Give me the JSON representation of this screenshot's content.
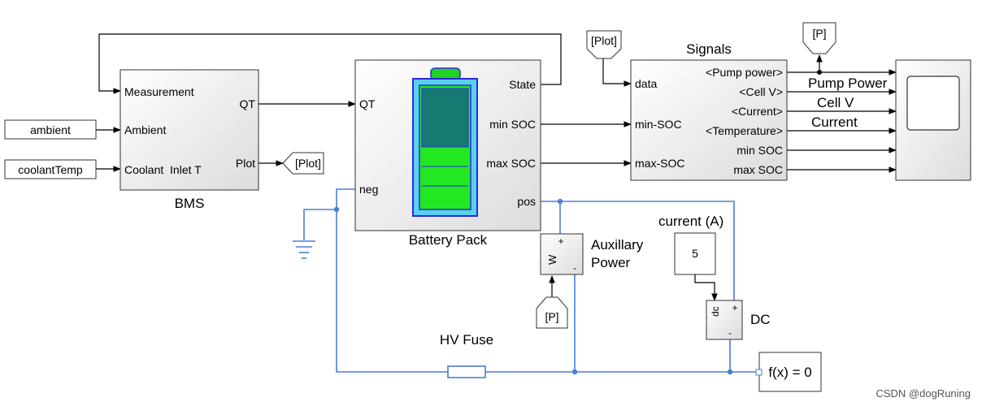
{
  "blocks": {
    "bms": {
      "name": "BMS",
      "inputs": [
        "Measurement",
        "Ambient",
        "Coolant  Inlet T"
      ],
      "outputs": [
        "QT",
        "Plot"
      ]
    },
    "battery": {
      "name": "Battery Pack",
      "inputs": [
        "QT",
        "neg"
      ],
      "outputs": [
        "State",
        "min SOC",
        "max SOC",
        "pos"
      ]
    },
    "signals": {
      "name": "Signals",
      "inputs": [
        "data",
        "min-SOC",
        "max-SOC"
      ],
      "outputs": [
        "<Pump power>",
        "<Cell V>",
        "<Current>",
        "<Temperature>",
        "min SOC",
        "max SOC"
      ]
    },
    "aux": {
      "name_line1": "Auxillary",
      "name_line2": "Power",
      "plus": "+",
      "minus": "-",
      "port_label": "W"
    },
    "dc": {
      "name": "DC",
      "plus": "+",
      "minus": "-",
      "port_label": "dc"
    },
    "constant": {
      "value": "5",
      "label": "current (A)"
    },
    "solver": {
      "label": "f(x) = 0"
    },
    "fuse": {
      "label": "HV Fuse"
    }
  },
  "sources": {
    "ambient": "ambient",
    "coolantTemp": "coolantTemp"
  },
  "tags": {
    "plot_goto": "[Plot]",
    "plot_from": "[Plot]",
    "p_goto": "[P]",
    "p_from": "[P]"
  },
  "scope_signals": [
    "Pump Power",
    "Cell V",
    "Current"
  ],
  "watermark": "CSDN @dogRuning",
  "colors": {
    "signal": "#000000",
    "physical": "#4a7fd4",
    "battery_frame": "#2a2ae0",
    "battery_fill": "#22e822",
    "battery_dark": "#167a73",
    "battery_cap": "#22d422",
    "battery_outline": "#5ad0f0"
  }
}
